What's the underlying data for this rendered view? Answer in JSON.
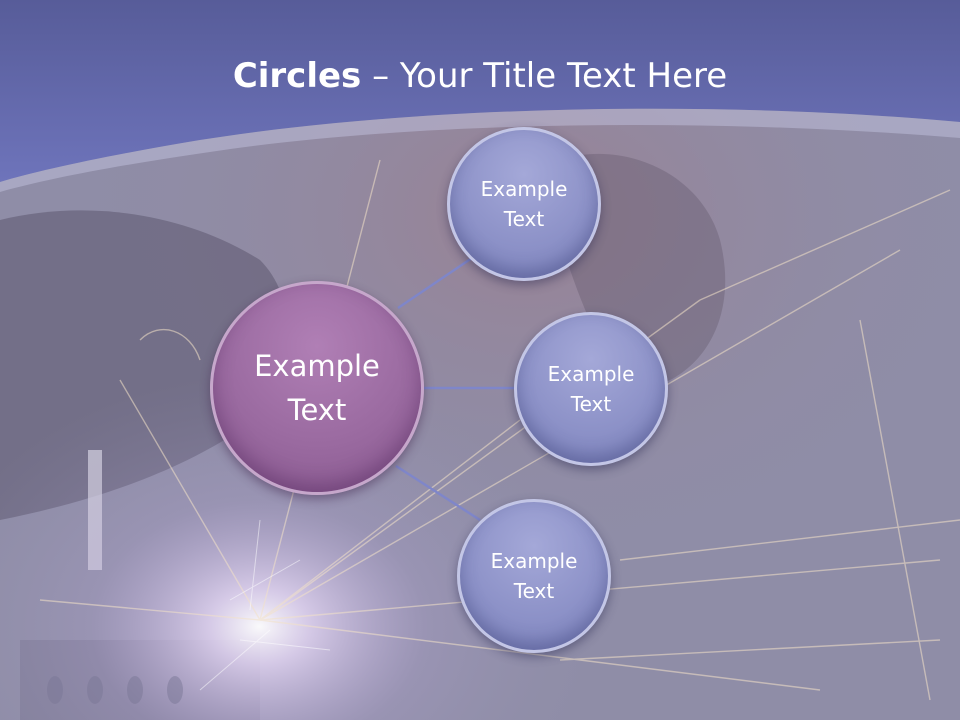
{
  "slide": {
    "title_bold": "Circles",
    "title_rest": " – Your Title Text Here"
  },
  "diagram": {
    "center": {
      "label": "Example\nText"
    },
    "nodes": [
      {
        "label": "Example\nText"
      },
      {
        "label": "Example\nText"
      },
      {
        "label": "Example\nText"
      }
    ]
  },
  "colors": {
    "header": "#6a6fb5",
    "center_circle": "#9a6aa0",
    "node_circle": "#8d92c8",
    "connector": "#7f86c9"
  }
}
